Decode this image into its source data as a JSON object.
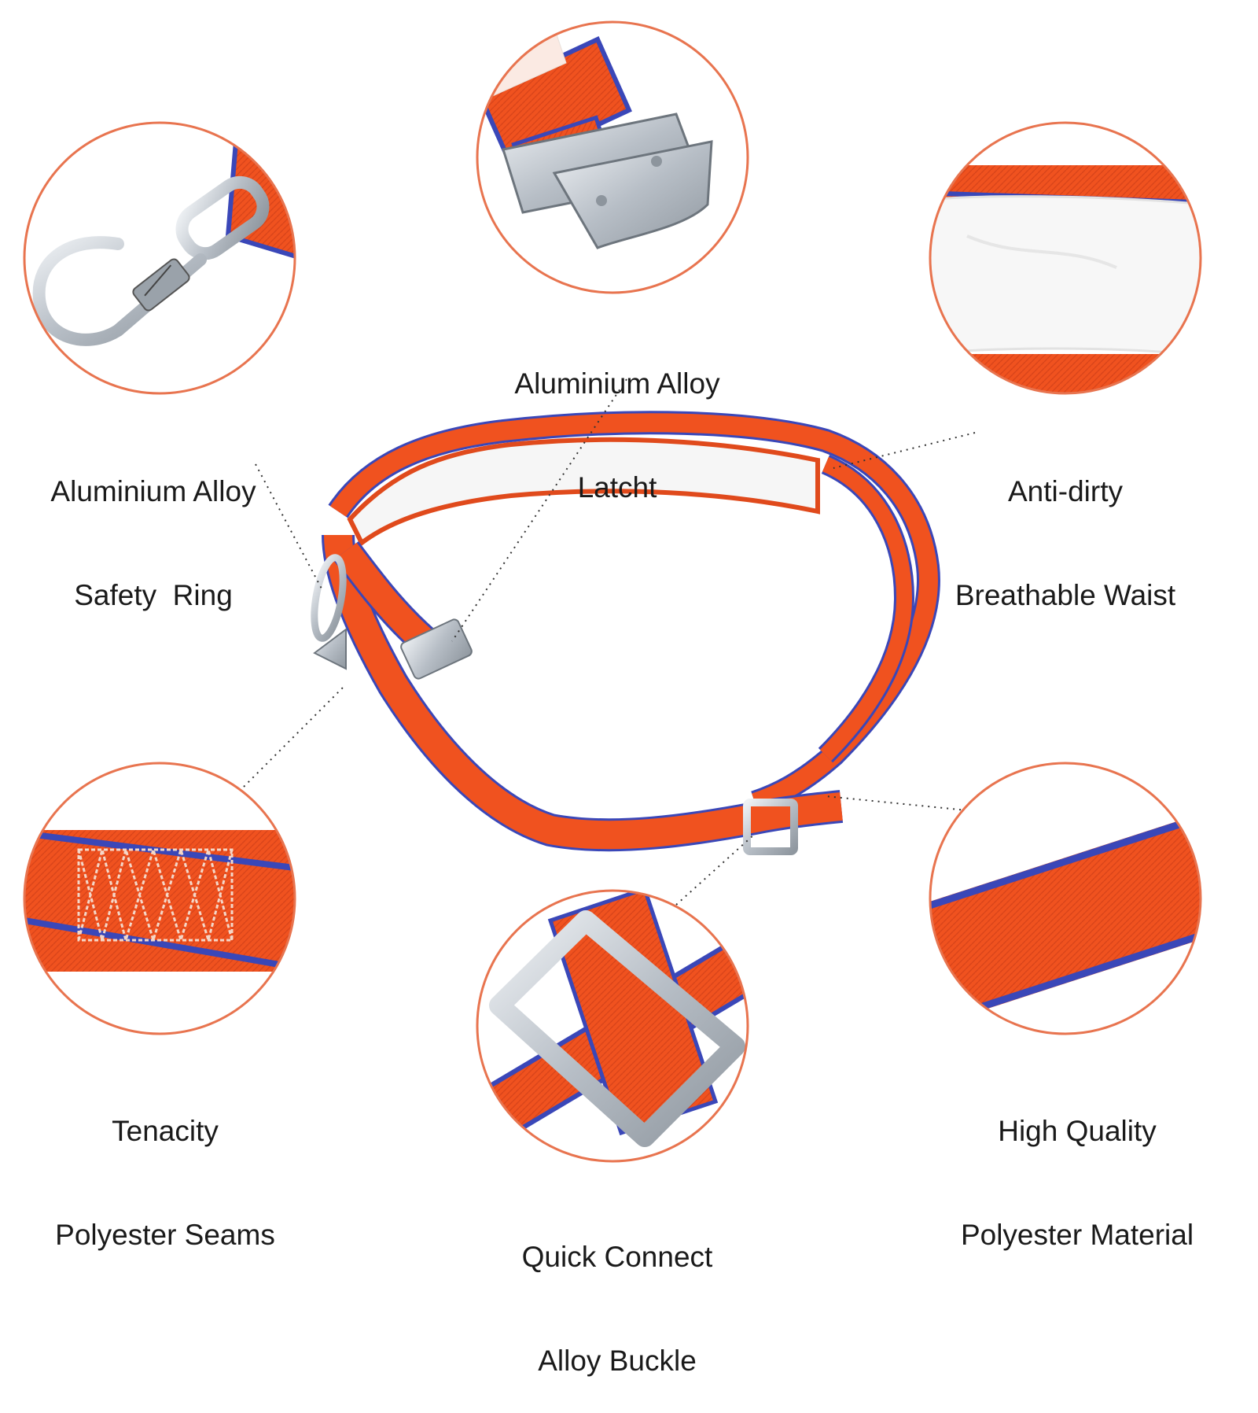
{
  "colors": {
    "accent_ring": "#e8744f",
    "strap_orange": "#f0521f",
    "strap_edge_blue": "#3a47b8",
    "metal": "#c9ced4",
    "padding_white": "#f6f6f6",
    "leader_line": "#333333"
  },
  "features": [
    {
      "id": "safety-ring",
      "icon": "carabiner-icon",
      "caption_line1": "Aluminium Alloy",
      "caption_line2": "Safety  Ring"
    },
    {
      "id": "latch",
      "icon": "latch-buckle-icon",
      "caption_line1": "Aluminium Alloy",
      "caption_line2": "Latcht"
    },
    {
      "id": "waist",
      "icon": "padded-waist-icon",
      "caption_line1": "Anti-dirty",
      "caption_line2": "Breathable Waist"
    },
    {
      "id": "seams",
      "icon": "stitched-seam-icon",
      "caption_line1": "Tenacity",
      "caption_line2": "Polyester Seams"
    },
    {
      "id": "buckle",
      "icon": "square-buckle-icon",
      "caption_line1": "Quick Connect",
      "caption_line2": "Alloy Buckle"
    },
    {
      "id": "material",
      "icon": "webbing-icon",
      "caption_line1": "High Quality",
      "caption_line2": "Polyester Material"
    }
  ]
}
